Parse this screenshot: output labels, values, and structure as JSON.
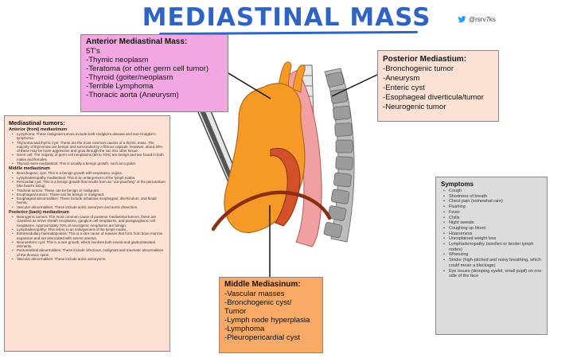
{
  "title": "MEDIASTINAL MASS",
  "handle": "@rsrv7ks",
  "colors": {
    "title": "#2f63c4",
    "anterior_box": "#f3a7e2",
    "posterior_box": "#fde1d4",
    "middle_box": "#f7a965",
    "tumors_box": "#fde1d4",
    "symptoms_box": "#dcdcdc",
    "heart": "#f59a27",
    "aorta_pink": "#f1a0a2",
    "vessel_dark": "#d3502a",
    "spine": "#9c9c9c"
  },
  "anterior": {
    "heading": "Anterior Mediastinal Mass:",
    "items": [
      "5T's",
      "-Thymic neoplasm",
      "-Teratoma (or other germ cell tumor)",
      "-Thyroid (goiter/neoplasm",
      "-Terrible Lymphoma",
      "-Thoracic aorta (Aneurysm)"
    ]
  },
  "posterior": {
    "heading": "Posterior Mediastium:",
    "items": [
      "-Bronchogenic tumor",
      "-Aneurysm",
      "-Enteric cyst",
      "-Esophageal diverticula/tumor",
      "-Neurogenic tumor"
    ]
  },
  "middle": {
    "heading": "Middle Mediasinum:",
    "items": [
      "-Vascular masses",
      "-Bronchogenic cyst/",
      "Tumor",
      "-Lymph node hyperplasia",
      "-Lymphoma",
      "-Pleuropericardial cyst"
    ]
  },
  "tumors": {
    "heading": "Mediastinal tumors:",
    "sections": [
      {
        "title": "Anterior (front) mediastinum",
        "items": [
          "Lymphoma: These malignant tumors include both Hodgkin's disease and non-Hodgkin's lymphoma.",
          "Thymoma and thymic cyst: These are the most common causes of a thymic mass. The majority of thymomas are benign and surrounded by a fibrous capsule. However, about 30% of these may be more aggressive and grow through the sac into other tissue.",
          "Germ cell: The majority of germ cell neoplasms (60 to 70%) are benign and are found in both males and females.",
          "Thyroid mass mediastinal: This is usually a benign growth, such as a goiter."
        ]
      },
      {
        "title": "Middle mediastinum",
        "items": [
          "Bronchogenic cyst: This is a benign growth with respiratory origins.",
          "Lymphadenopathy mediastinal: This is an enlargement of the lymph nodes.",
          "Pericardial cyst: This is a benign growth that results from an \"out-pouching\" of the pericardium (the heart's lining).",
          "Tracheal tumors: These can be benign or malignant.",
          "Esophageal tumors: These can be benign or malignant.",
          "Esophageal abnormalities: These include achalasia esophageal, diverticulum, and hiatal hernia.",
          "Vascular abnormalities: These include aortic aneurysm and aortic dissection."
        ]
      },
      {
        "title": "Posterior (back) mediastinum",
        "items": [
          "Neurogenic tumors: The most common cause of posterior mediastinal tumors, these are classified as nerve sheath neoplasms, ganglion cell neoplasms, and paraganglionic cell neoplasms. Approximately 70% of neurogenic neoplasms are benign.",
          "Lymphadenopathy: This refers to an enlargement of the lymph nodes.",
          "Extramedullary haematopoiesis: This is a rare cause of masses that form from bone marrow expansion and are associated with severe anemia.",
          "Neuroenteric cyst: This is a rare growth, which involves both neural and gastrointestinal elements.",
          "Paravertebral abnormalities: These include infectious, malignant and traumatic abnormalities of the thoracic spine.",
          "Vascular abnormalities: These include aortic aneurysms."
        ]
      }
    ]
  },
  "symptoms": {
    "heading": "Symptoms",
    "items": [
      "Cough",
      "Shortness of breath",
      "Chest pain (somewhat rare)",
      "Flushing",
      "Fever",
      "Chills",
      "Night sweats",
      "Coughing up blood",
      "Hoarseness",
      "Unexplained weight loss",
      "Lymphadenopathy (swollen or tender lymph nodes)",
      "Wheezing",
      "Stridor (high-pitched and noisy breathing, which could mean a blockage)",
      "Eye issues (drooping eyelid, small pupil) on one side of the face"
    ]
  }
}
